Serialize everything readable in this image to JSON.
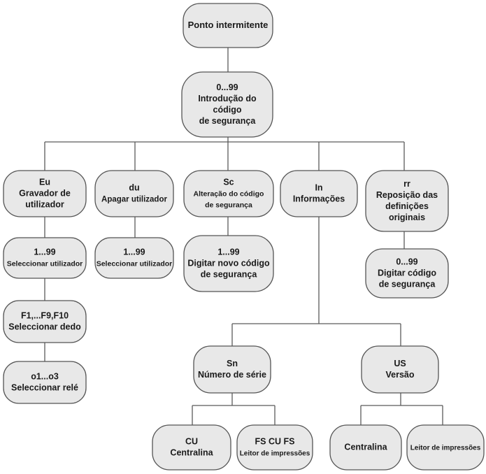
{
  "nodes": {
    "ponto": {
      "lines": [
        "Ponto intermitente"
      ]
    },
    "intro": {
      "lines": [
        "0...99",
        "Introdução do",
        "código",
        "de segurança"
      ]
    },
    "eu": {
      "lines": [
        "Eu",
        "Gravador de",
        "utilizador"
      ]
    },
    "du": {
      "lines": [
        "du",
        "Apagar utilizador"
      ]
    },
    "sc": {
      "lines": [
        "Sc",
        "Alteração do código",
        "de segurança"
      ]
    },
    "in": {
      "lines": [
        "In",
        "Informações"
      ]
    },
    "rr": {
      "lines": [
        "rr",
        "Reposição das",
        "definições",
        "originais"
      ]
    },
    "eu_sel": {
      "lines": [
        "1...99",
        "Seleccionar utilizador"
      ]
    },
    "du_sel": {
      "lines": [
        "1...99",
        "Seleccionar utilizador"
      ]
    },
    "sc_new": {
      "lines": [
        "1...99",
        "Digitar novo código",
        "de segurança"
      ]
    },
    "rr_code": {
      "lines": [
        "0...99",
        "Digitar código",
        "de segurança"
      ]
    },
    "dedo": {
      "lines": [
        "F1,...F9,F10",
        "Seleccionar dedo"
      ]
    },
    "rele": {
      "lines": [
        "o1...o3",
        "Seleccionar relé"
      ]
    },
    "sn": {
      "lines": [
        "Sn",
        "Número de série"
      ]
    },
    "us": {
      "lines": [
        "US",
        "Versão"
      ]
    },
    "sn_cu": {
      "lines": [
        "CU",
        "Centralina"
      ]
    },
    "sn_fs": {
      "lines": [
        "FS CU FS",
        "Leitor de impressões"
      ]
    },
    "us_cu": {
      "lines": [
        "Centralina"
      ]
    },
    "us_fs": {
      "lines": [
        "Leitor de impressões"
      ]
    }
  }
}
